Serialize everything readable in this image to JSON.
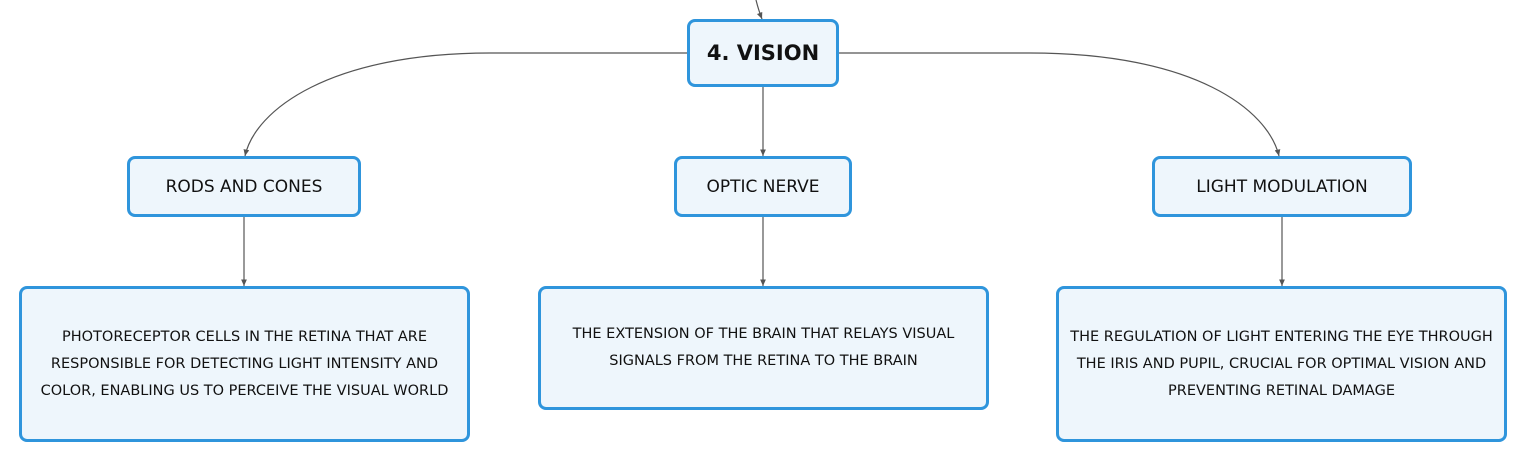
{
  "diagram": {
    "root": {
      "label": "4. VISION"
    },
    "topics": [
      {
        "id": "rods",
        "label": "RODS AND CONES",
        "description": "PHOTORECEPTOR CELLS IN THE RETINA THAT ARE RESPONSIBLE FOR DETECTING LIGHT INTENSITY AND COLOR, ENABLING US TO PERCEIVE THE VISUAL WORLD"
      },
      {
        "id": "optic",
        "label": "OPTIC NERVE",
        "description": "THE EXTENSION OF THE BRAIN THAT RELAYS VISUAL SIGNALS FROM THE RETINA TO THE BRAIN"
      },
      {
        "id": "light",
        "label": "LIGHT MODULATION",
        "description": "THE REGULATION OF LIGHT ENTERING THE EYE THROUGH THE IRIS AND PUPIL, CRUCIAL FOR OPTIMAL VISION AND PREVENTING RETINAL DAMAGE"
      }
    ]
  },
  "colors": {
    "node_border": "#2f95dc",
    "node_fill": "#eef6fc",
    "connector": "#555555"
  }
}
